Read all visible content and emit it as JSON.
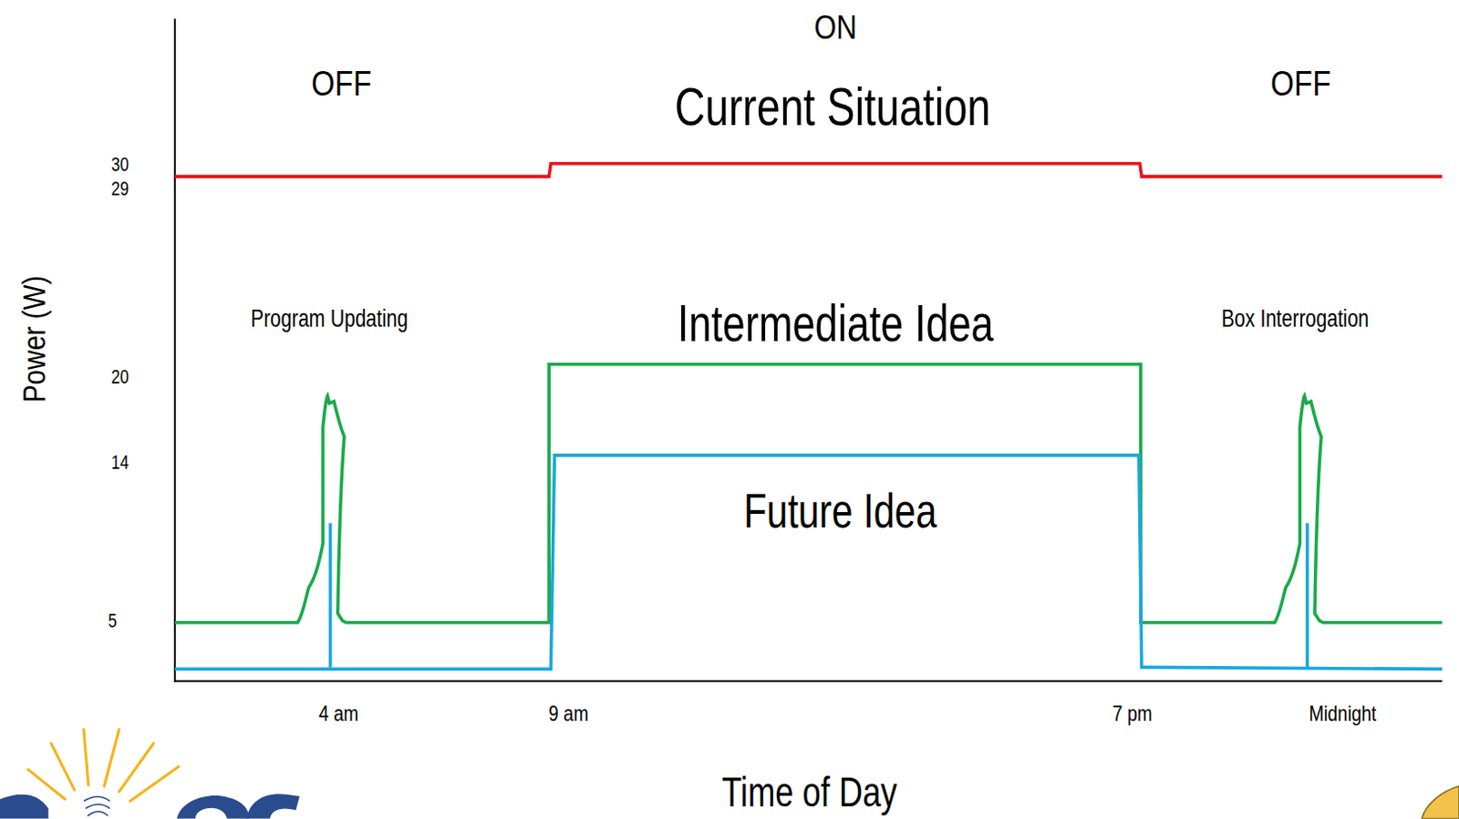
{
  "diagram": {
    "labels": [
      "ON",
      "OFF",
      "OFF",
      "Current Situation",
      "Intermediate Idea",
      "Future Idea",
      "Program Updating",
      "Box Interrogation",
      "30",
      "29",
      "20",
      "14",
      "5",
      "Power (W)",
      "4 am",
      "9 am",
      "7 pm",
      "Midnight",
      "Time of Day"
    ]
  }
}
